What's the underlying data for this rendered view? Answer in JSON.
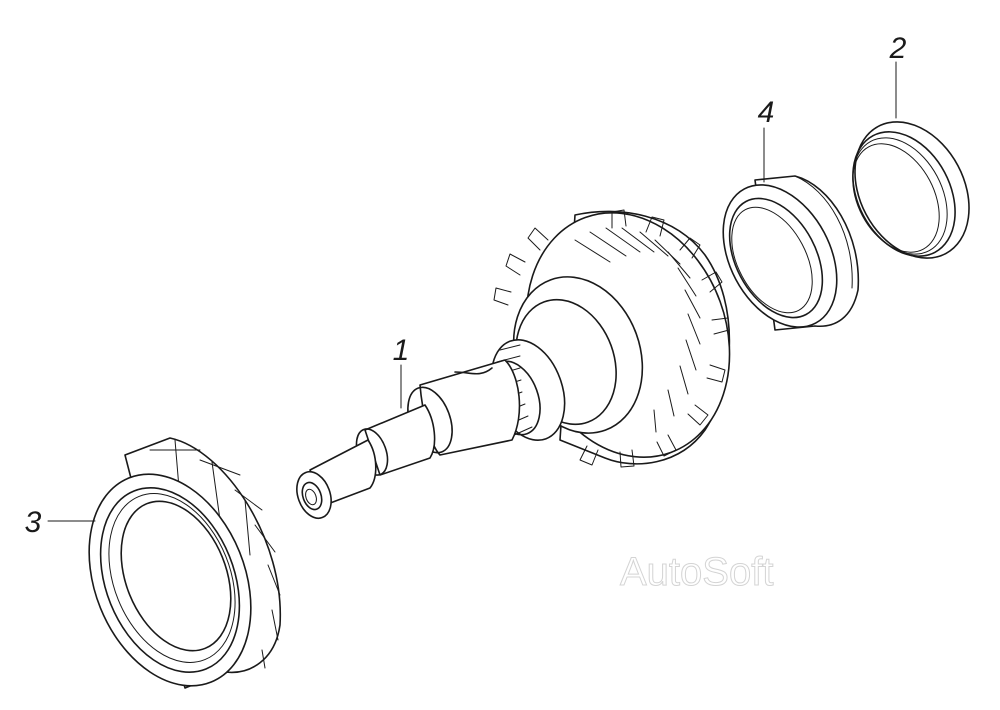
{
  "callouts": {
    "shaft": "1",
    "outer_ring": "2",
    "bearing": "3",
    "race": "4"
  },
  "watermark": "AutoSoft"
}
